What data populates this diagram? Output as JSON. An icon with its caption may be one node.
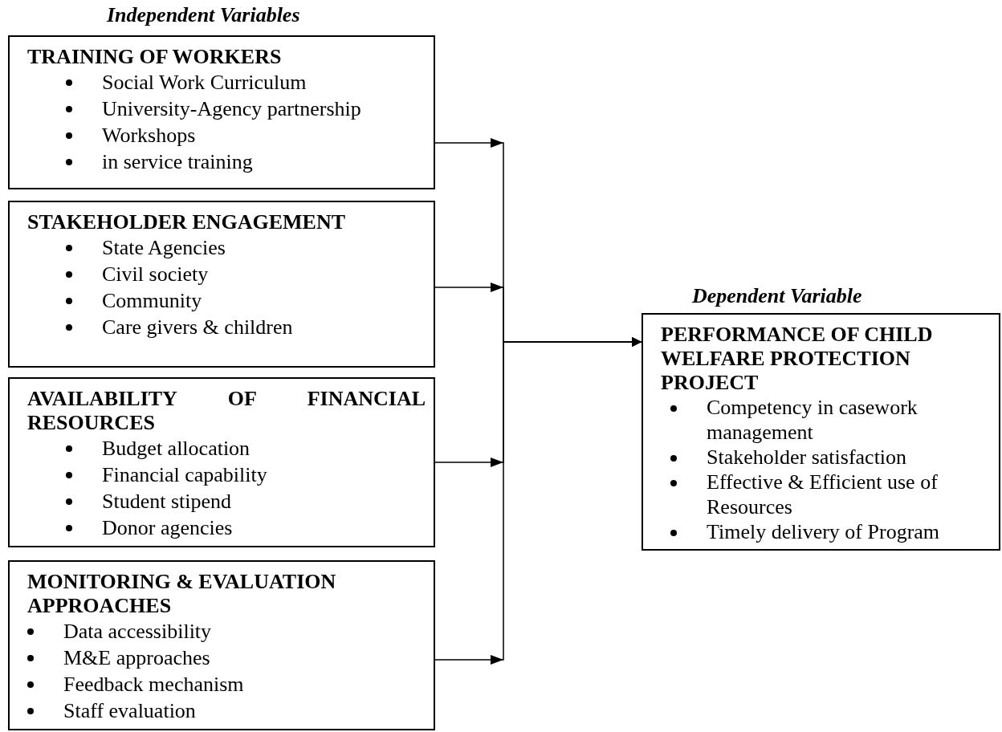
{
  "diagram": {
    "nodes": [
      {
        "text": [
          "TRAINING OF WORKERS",
          "Social Work Curriculum",
          "University-Agency partnership",
          "Workshops",
          "in service training"
        ],
        "beside": [
          "Independent Variables"
        ]
      },
      {
        "text": [
          "STAKEHOLDER ENGAGEMENT",
          "State Agencies",
          "Civil society",
          "Community",
          "Care givers & children"
        ]
      },
      {
        "text": [
          "AVAILABILITY OF FINANCIAL RESOURCES",
          "Budget allocation",
          "Financial capability",
          "Student stipend",
          "Donor agencies"
        ]
      },
      {
        "text": [
          "MONITORING & EVALUATION APPROACHES",
          "Data accessibility",
          "M&E approaches",
          "Feedback mechanism",
          "Staff evaluation"
        ]
      },
      {
        "text": [
          "PERFORMANCE OF CHILD WELFARE PROTECTION PROJECT",
          "Competency in casework management",
          "Stakeholder satisfaction",
          "Effective & Efficient use of Resources",
          "Timely delivery of Program"
        ],
        "beside": [
          "Dependent Variable"
        ]
      }
    ],
    "edges": [
      {
        "from": 0,
        "to": 4,
        "arrow": "to"
      },
      {
        "from": 1,
        "to": 4,
        "arrow": "to"
      },
      {
        "from": 2,
        "to": 4,
        "arrow": "to"
      },
      {
        "from": 3,
        "to": 4,
        "arrow": "to"
      }
    ]
  }
}
